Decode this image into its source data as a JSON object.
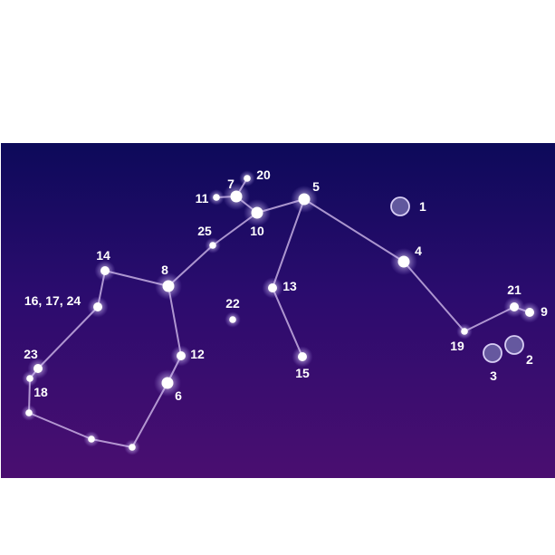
{
  "constellation": {
    "stars": [
      {
        "id": "s1",
        "label": "1",
        "kind": "faint"
      },
      {
        "id": "s2",
        "label": "2",
        "kind": "faint"
      },
      {
        "id": "s3",
        "label": "3",
        "kind": "faint"
      },
      {
        "id": "s4",
        "label": "4",
        "kind": "bright"
      },
      {
        "id": "s5",
        "label": "5",
        "kind": "bright"
      },
      {
        "id": "s6",
        "label": "6",
        "kind": "bright"
      },
      {
        "id": "s7",
        "label": "7",
        "kind": "bright"
      },
      {
        "id": "s8",
        "label": "8",
        "kind": "bright"
      },
      {
        "id": "s9",
        "label": "9",
        "kind": "medium"
      },
      {
        "id": "s10",
        "label": "10",
        "kind": "bright"
      },
      {
        "id": "s11",
        "label": "11",
        "kind": "small"
      },
      {
        "id": "s12",
        "label": "12",
        "kind": "medium"
      },
      {
        "id": "s13",
        "label": "13",
        "kind": "medium"
      },
      {
        "id": "s14",
        "label": "14",
        "kind": "medium"
      },
      {
        "id": "s15",
        "label": "15",
        "kind": "medium"
      },
      {
        "id": "s16",
        "label": "16, 17, 24",
        "kind": "medium"
      },
      {
        "id": "s18",
        "label": "18",
        "kind": "small"
      },
      {
        "id": "s19",
        "label": "19",
        "kind": "small"
      },
      {
        "id": "s20",
        "label": "20",
        "kind": "small"
      },
      {
        "id": "s21",
        "label": "21",
        "kind": "medium"
      },
      {
        "id": "s22",
        "label": "22",
        "kind": "small"
      },
      {
        "id": "s23",
        "label": "23",
        "kind": "medium"
      },
      {
        "id": "s25",
        "label": "25",
        "kind": "small"
      },
      {
        "id": "sA",
        "label": "",
        "kind": "small"
      },
      {
        "id": "sB",
        "label": "",
        "kind": "small"
      },
      {
        "id": "sC",
        "label": "",
        "kind": "small"
      }
    ],
    "lines": [
      [
        "s14",
        "s8"
      ],
      [
        "s14",
        "s16"
      ],
      [
        "s16",
        "s23"
      ],
      [
        "s23",
        "s18"
      ],
      [
        "s18",
        "sA"
      ],
      [
        "sA",
        "sB"
      ],
      [
        "sB",
        "sC"
      ],
      [
        "sC",
        "s6"
      ],
      [
        "s6",
        "s12"
      ],
      [
        "s12",
        "s8"
      ],
      [
        "s8",
        "s25"
      ],
      [
        "s25",
        "s10"
      ],
      [
        "s10",
        "s7"
      ],
      [
        "s7",
        "s20"
      ],
      [
        "s7",
        "s11"
      ],
      [
        "s10",
        "s5"
      ],
      [
        "s5",
        "s13"
      ],
      [
        "s13",
        "s15"
      ],
      [
        "s5",
        "s4"
      ],
      [
        "s4",
        "s19"
      ],
      [
        "s19",
        "s21"
      ],
      [
        "s21",
        "s9"
      ]
    ]
  }
}
